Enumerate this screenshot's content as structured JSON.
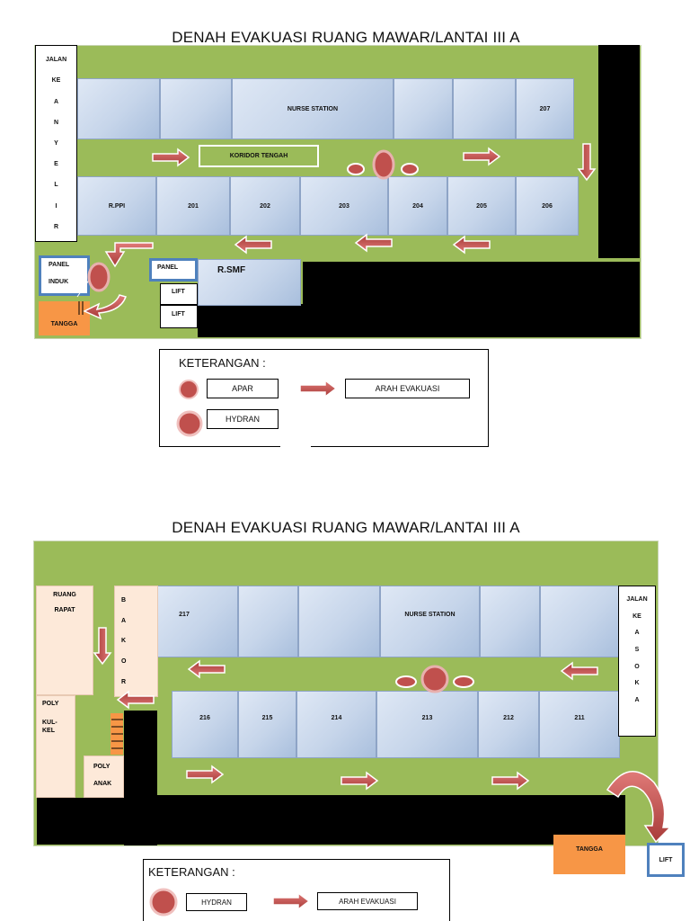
{
  "colors": {
    "floor": "#9bbb59",
    "room": "#c6d5ea",
    "stairs": "#f79646",
    "arrow": "#c0504d",
    "wall": "#000000",
    "panel_border": "#4f81bd"
  },
  "map1": {
    "title": "DENAH EVAKUASI RUANG MAWAR/LANTAI III A",
    "road_letters": [
      "JALAN",
      "KE",
      "A",
      "N",
      "Y",
      "E",
      "L",
      "I",
      "R"
    ],
    "top_rooms": [
      "",
      "",
      "NURSE STATION",
      "",
      "",
      "207"
    ],
    "corridor_label": "KORIDOR TENGAH",
    "bottom_rooms": [
      "R.PPI",
      "201",
      "202",
      "203",
      "204",
      "205",
      "206"
    ],
    "panel_induk": [
      "PANEL",
      "INDUK"
    ],
    "panel": "PANEL",
    "lift": "LIFT",
    "stairs": "TANGGA",
    "rsmf": "R.SMF",
    "legend": {
      "title": "KETERANGAN  :",
      "apar": "APAR",
      "hydran": "HYDRAN",
      "arah": "ARAH EVAKUASI"
    }
  },
  "map2": {
    "title": "DENAH EVAKUASI RUANG MAWAR/LANTAI III A",
    "ruang_rapat": [
      "RUANG",
      "RAPAT"
    ],
    "bakor_letters": [
      "B",
      "A",
      "K",
      "O",
      "R"
    ],
    "poly_kulkel": [
      "POLY",
      "KUL-",
      "KEL"
    ],
    "poly_anak": [
      "POLY",
      "ANAK"
    ],
    "road_letters": [
      "JALAN",
      "KE",
      "A",
      "S",
      "O",
      "K",
      "A"
    ],
    "top_rooms": [
      "217",
      "",
      "",
      "NURSE  STATION",
      "",
      ""
    ],
    "bottom_rooms": [
      "216",
      "215",
      "214",
      "213",
      "212",
      "211"
    ],
    "stairs": "TANGGA",
    "lift": "LIFT",
    "legend": {
      "title": "KETERANGAN :",
      "hydran": "HYDRAN",
      "arah": "ARAH EVAKUASI"
    }
  }
}
